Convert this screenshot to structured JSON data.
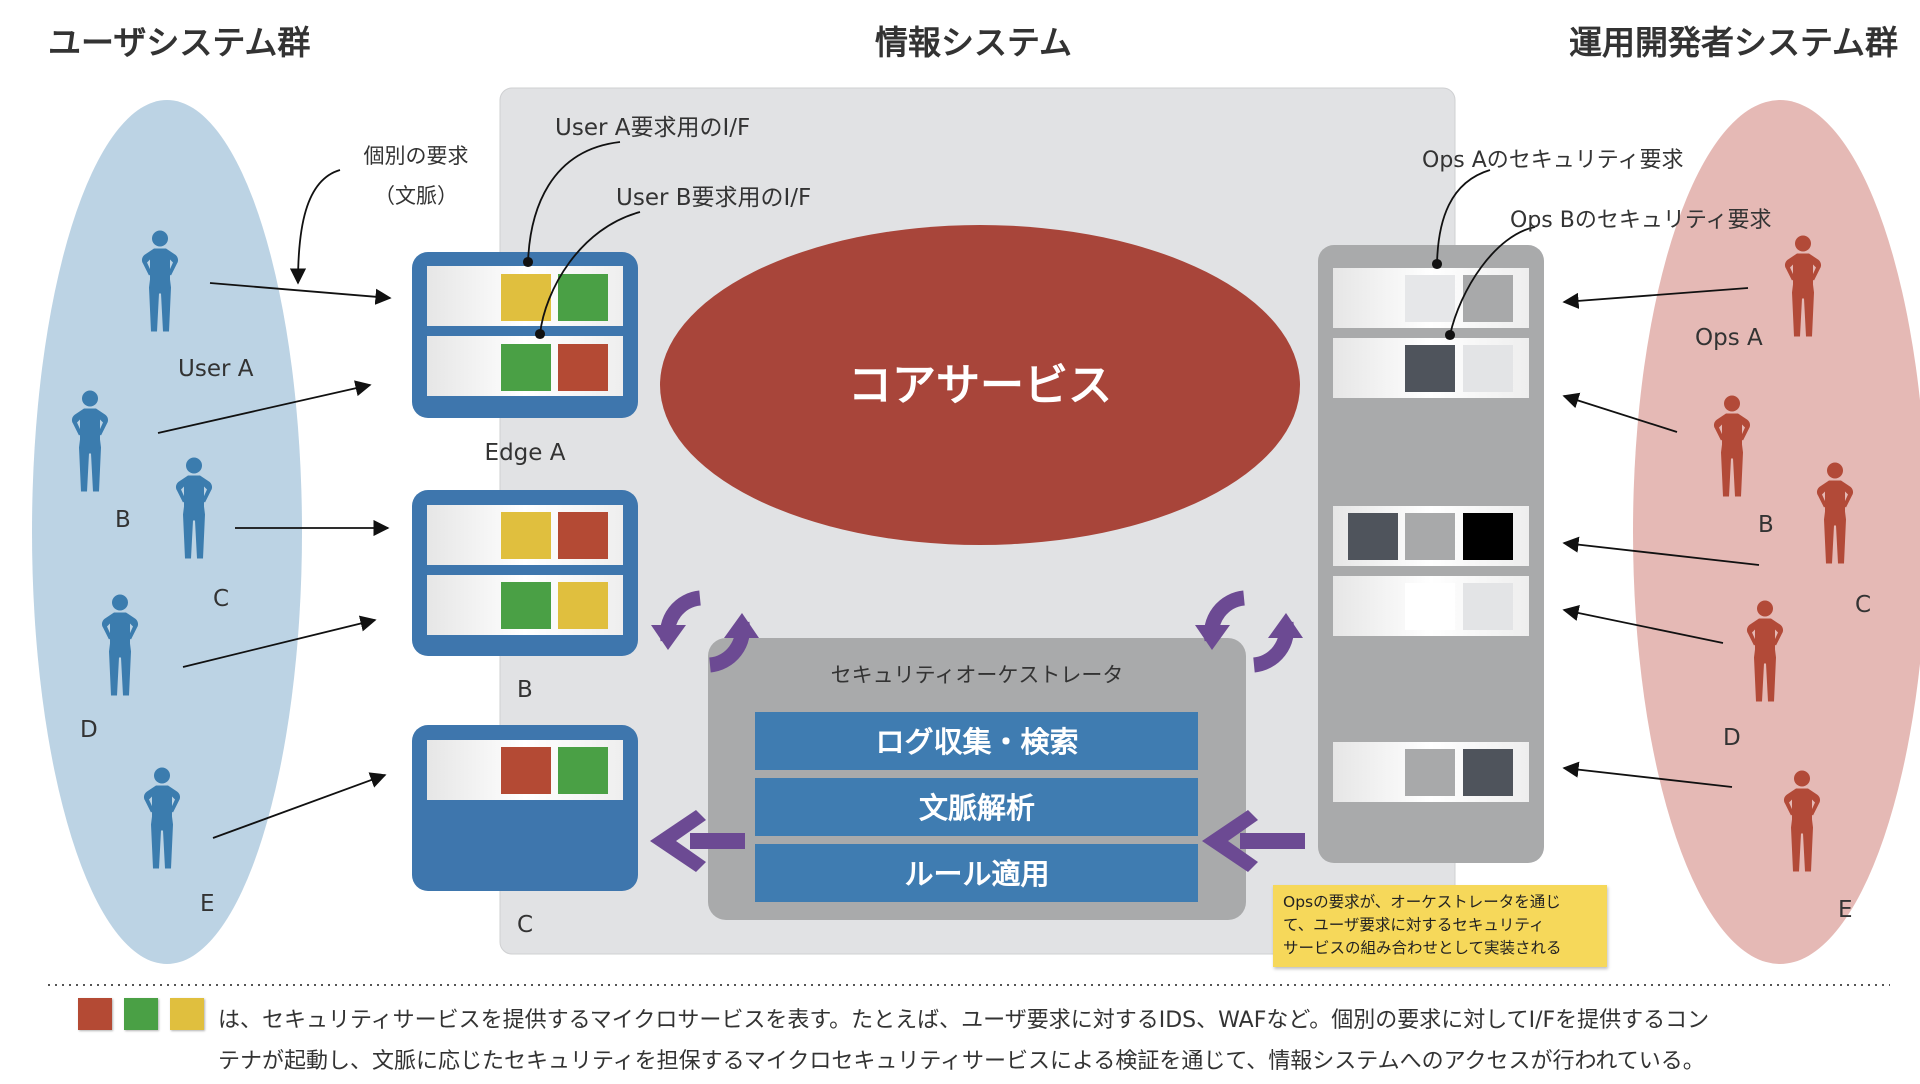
{
  "titles": {
    "user_group": "ユーザシステム群",
    "info_system": "情報システム",
    "ops_group": "運用開発者システム群"
  },
  "annotations": {
    "individual_request_line1": "個別の要求",
    "individual_request_line2": "（文脈）",
    "user_a_if": "User A要求用のI/F",
    "user_b_if": "User B要求用のI/F",
    "ops_a_security": "Ops Aのセキュリティ要求",
    "ops_b_security": "Ops Bのセキュリティ要求"
  },
  "users": {
    "user_a": "User A",
    "b": "B",
    "c": "C",
    "d": "D",
    "e": "E"
  },
  "ops": {
    "ops_a": "Ops A",
    "b": "B",
    "c": "C",
    "d": "D",
    "e": "E"
  },
  "edges": {
    "edge_a": "Edge A",
    "b": "B",
    "c": "C"
  },
  "core_service": "コアサービス",
  "orchestrator": {
    "title": "セキュリティオーケストレータ",
    "modules": [
      "ログ収集・検索",
      "文脈解析",
      "ルール適用"
    ]
  },
  "note": {
    "line1": "Opsの要求が、オーケストレータを通じ",
    "line2": "て、ユーザ要求に対するセキュリティ",
    "line3": "サービスの組み合わせとして実装される"
  },
  "footer": {
    "line1": "は、セキュリティサービスを提供するマイクロサービスを表す。たとえば、ユーザ要求に対するIDS、WAFなど。個別の要求に対してI/Fを提供するコン",
    "line2": "テナが起動し、文脈に応じたセキュリティを担保するマイクロセキュリティサービスによる検証を通じて、情報システムへのアクセスが行われている。"
  },
  "colors": {
    "user_blue": "#3b7cae",
    "ops_red": "#b24a38",
    "core_red": "#a8453a",
    "edge_blue": "#3e76ad",
    "module_blue": "#3f7cb1",
    "purple": "#6c4a93",
    "ms_yellow": "#e0bf3e",
    "ms_green": "#4aa045",
    "ms_red": "#b44a34",
    "note_yellow": "#f6d85a"
  }
}
